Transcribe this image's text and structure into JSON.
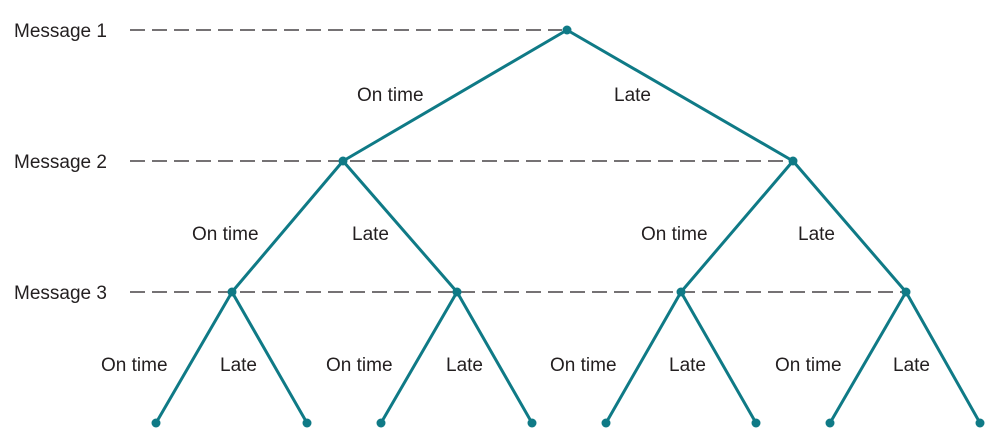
{
  "diagram": {
    "levels": [
      {
        "label": "Message 1"
      },
      {
        "label": "Message 2"
      },
      {
        "label": "Message 3"
      }
    ],
    "branch_labels": {
      "left": "On time",
      "right": "Late"
    },
    "colors": {
      "branch": "#0f7a86",
      "text": "#231f20",
      "guide": "#231f20"
    }
  }
}
